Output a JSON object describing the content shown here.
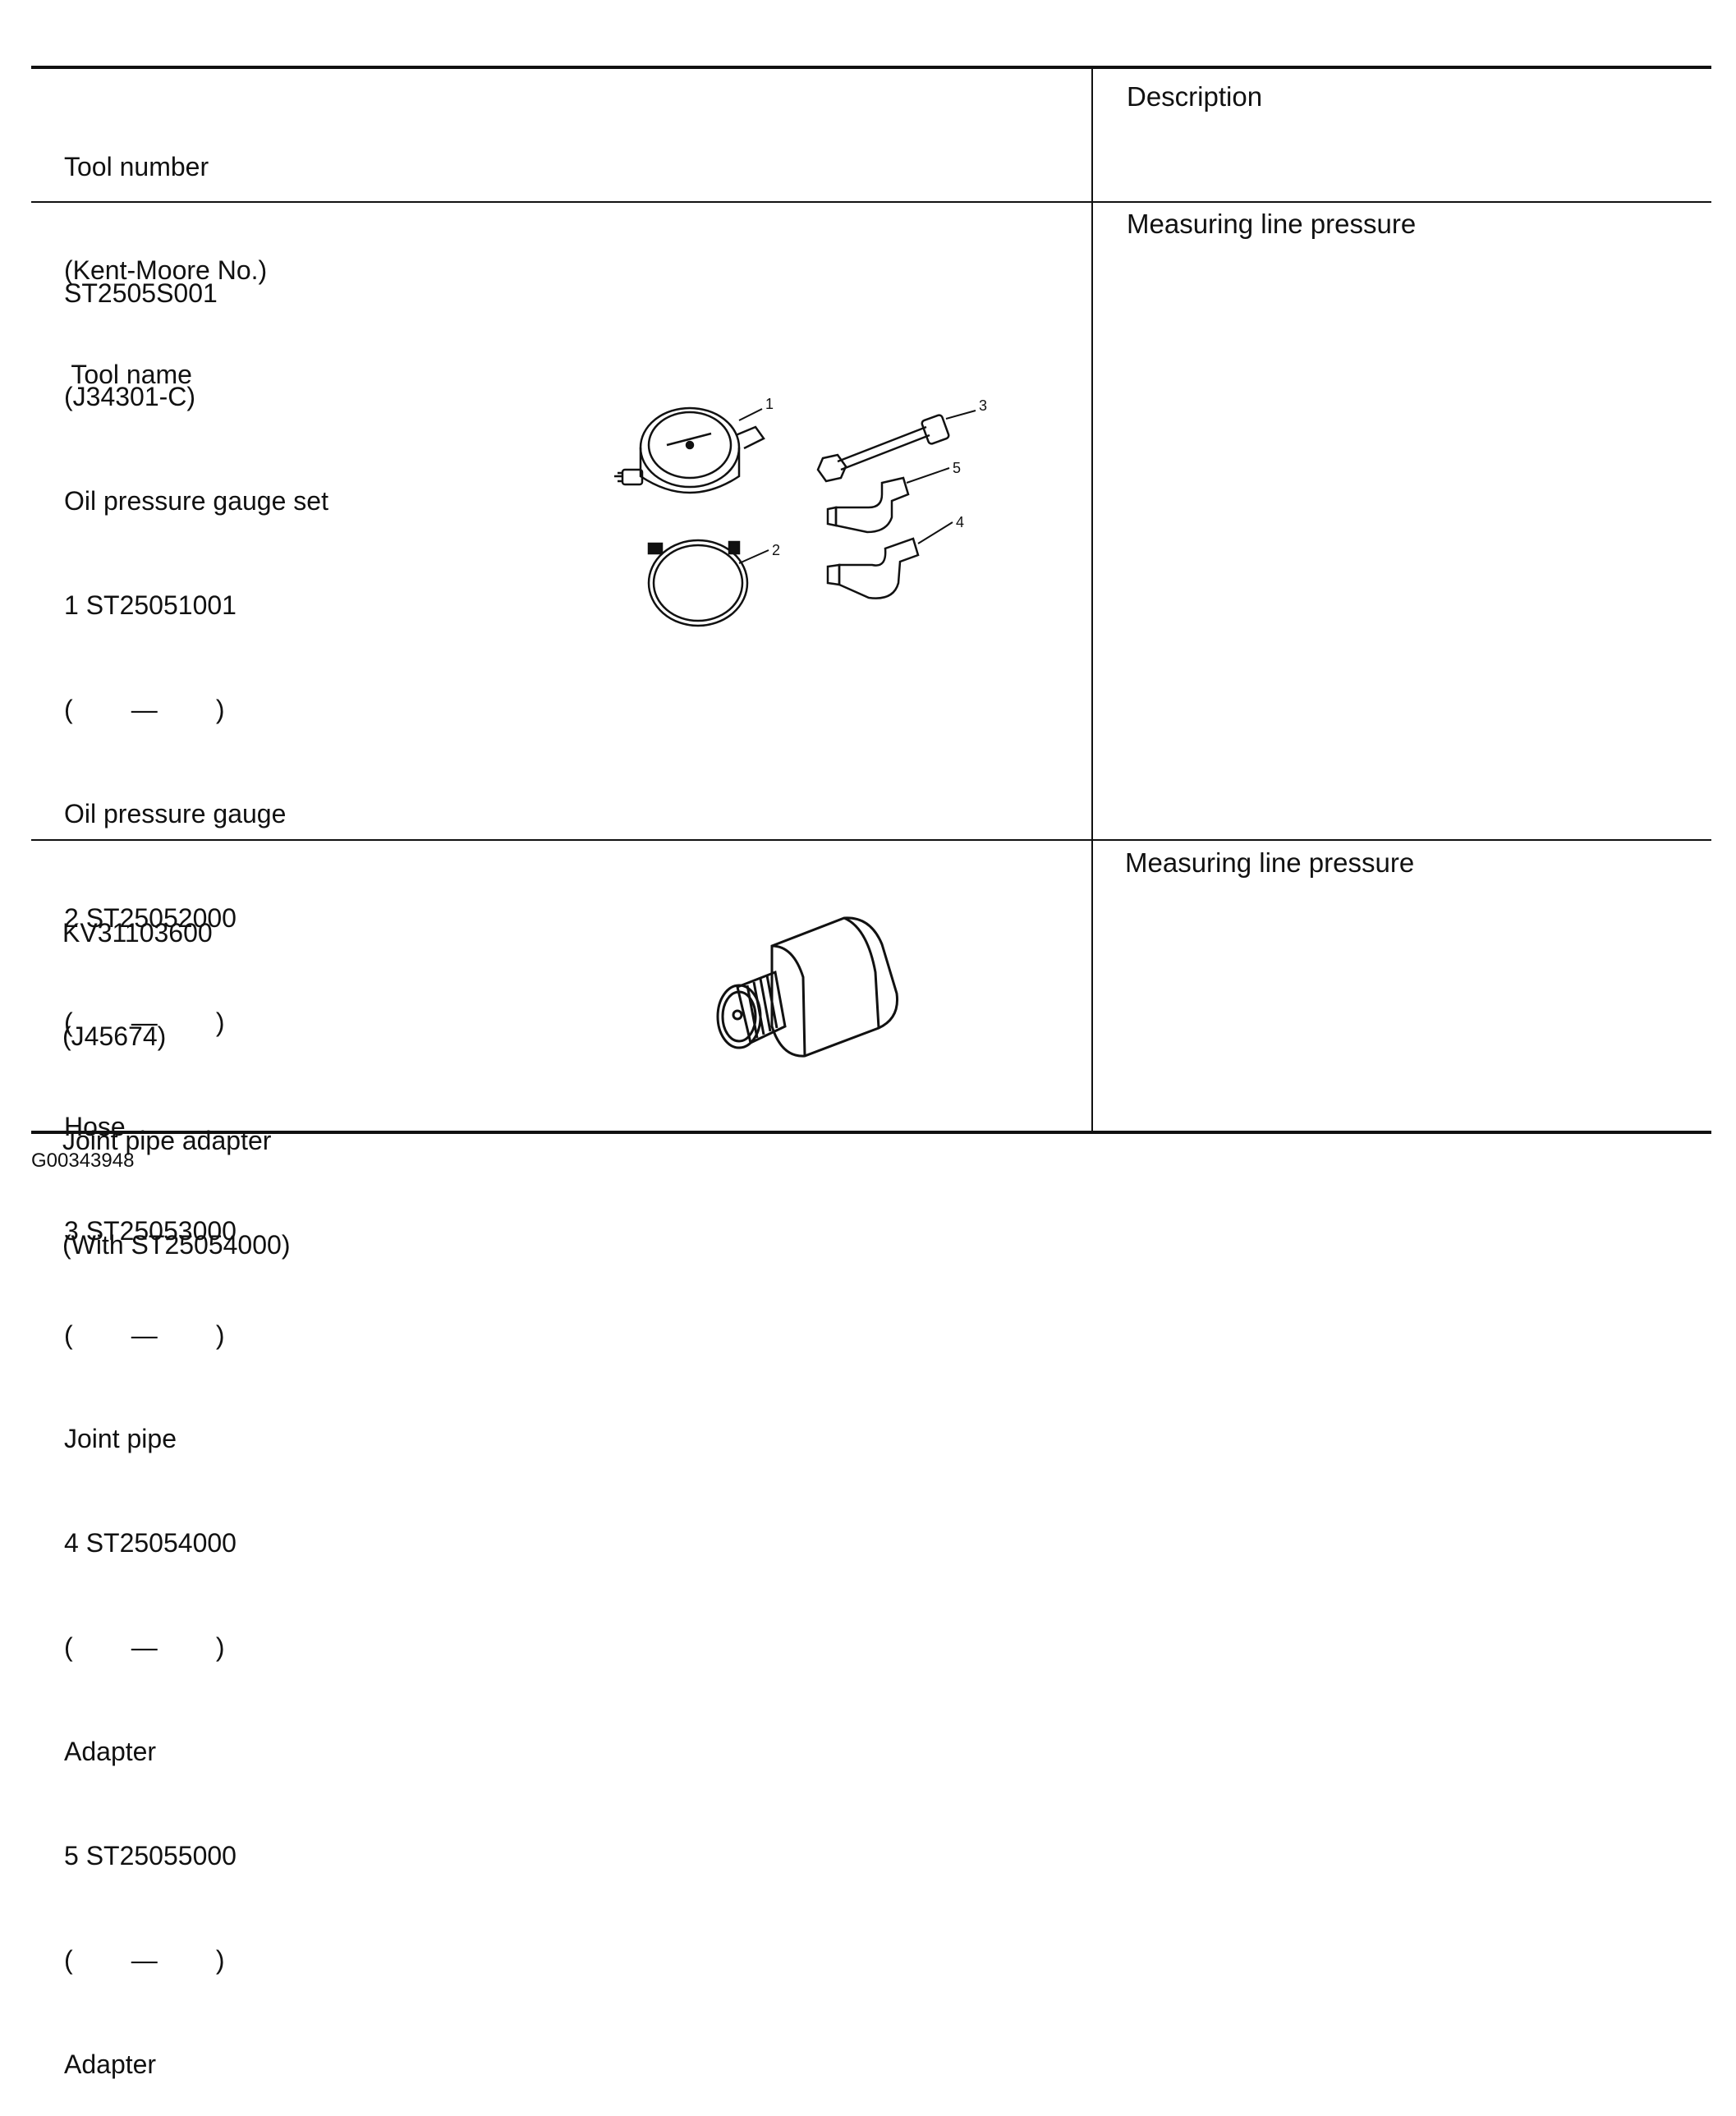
{
  "header": {
    "tool_col": [
      "Tool number",
      "(Kent-Moore No.)",
      " Tool name"
    ],
    "description_col": "Description"
  },
  "rows": [
    {
      "tool_lines": [
        "ST2505S001",
        "(J34301-C)",
        "Oil pressure gauge set",
        "1 ST25051001",
        "(        —        )",
        "Oil pressure gauge",
        "2 ST25052000",
        "(        —        )",
        "Hose",
        "3 ST25053000",
        "(        —        )",
        "Joint pipe",
        "4 ST25054000",
        "(        —        )",
        "Adapter",
        "5 ST25055000",
        "(        —        )",
        "Adapter"
      ],
      "description": "Measuring line pressure",
      "callouts": [
        "1",
        "2",
        "3",
        "4",
        "5"
      ]
    },
    {
      "tool_lines": [
        "KV31103600",
        "(J45674)",
        "Joint pipe adapter",
        "(With ST25054000)"
      ],
      "description": "Measuring line pressure"
    }
  ],
  "footer_code": "G00343948"
}
